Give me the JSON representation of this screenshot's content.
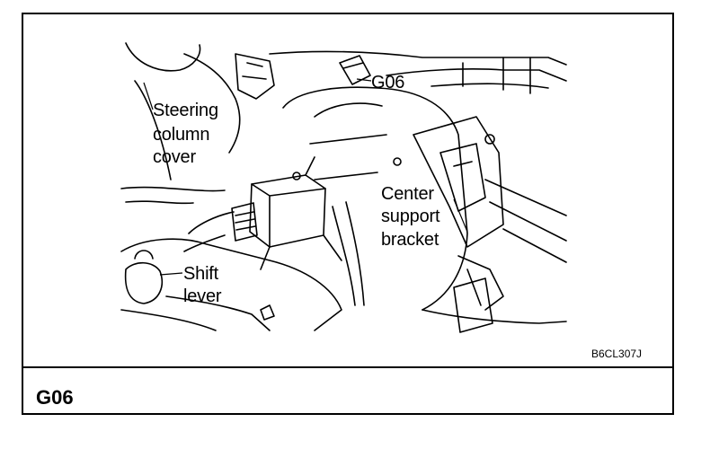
{
  "callouts": {
    "g06": "G06",
    "steering_line1": "Steering",
    "steering_line2": "column",
    "steering_line3": "cover",
    "center_line1": "Center",
    "center_line2": "support",
    "center_line3": "bracket",
    "shift_line1": "Shift",
    "shift_line2": "lever"
  },
  "figure_id": "B6CL307J",
  "footer_code": "G06"
}
